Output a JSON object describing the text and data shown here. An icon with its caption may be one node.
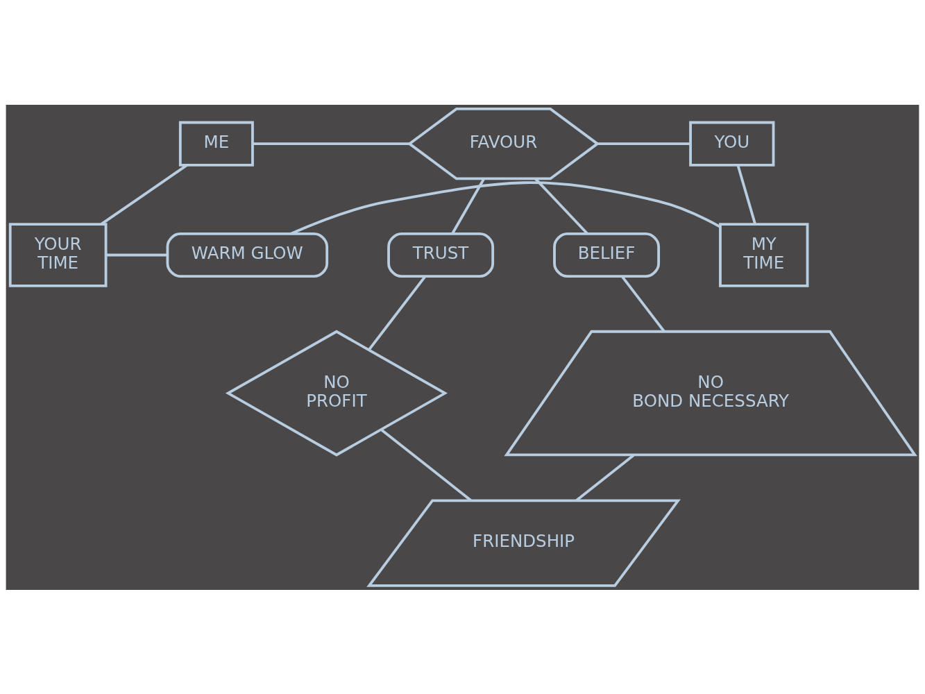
{
  "diagram": {
    "nodes": [
      {
        "text": [
          "FAVOUR"
        ]
      },
      {
        "text": [
          "ME"
        ]
      },
      {
        "text": [
          "YOU"
        ]
      },
      {
        "text": [
          "BELIEF"
        ]
      },
      {
        "text": [
          "TRUST"
        ]
      },
      {
        "text": [
          "NO BOND NECESSARY"
        ]
      },
      {
        "text": [
          "NO PROFIT"
        ]
      },
      {
        "text": [
          "FRIENDSHIP"
        ]
      },
      {
        "text": [
          "YOUR TIME"
        ]
      },
      {
        "text": [
          "WARM GLOW"
        ]
      },
      {
        "text": [
          "MY TIME"
        ]
      }
    ],
    "edges": [
      {
        "from": 1,
        "to": 0,
        "arrow": "none"
      },
      {
        "from": 0,
        "to": 2,
        "arrow": "none"
      },
      {
        "from": 0,
        "to": 3,
        "arrow": "none"
      },
      {
        "from": 0,
        "to": 4,
        "arrow": "none"
      },
      {
        "from": 3,
        "to": 5,
        "arrow": "none"
      },
      {
        "from": 4,
        "to": 6,
        "arrow": "none"
      },
      {
        "from": 5,
        "to": 7,
        "arrow": "none"
      },
      {
        "from": 6,
        "to": 7,
        "arrow": "none"
      },
      {
        "from": 1,
        "to": 8,
        "arrow": "none"
      },
      {
        "from": 2,
        "to": 10,
        "arrow": "none"
      },
      {
        "from": 8,
        "to": 9,
        "arrow": "none"
      },
      {
        "from": 9,
        "to": 10,
        "arrow": "none"
      }
    ]
  }
}
